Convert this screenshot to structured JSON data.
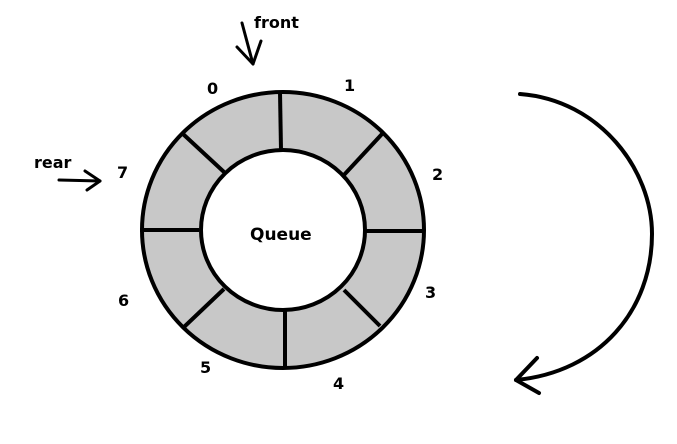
{
  "diagram": {
    "center_label": "Queue",
    "slot_count": 8,
    "slots": [
      "0",
      "1",
      "2",
      "3",
      "4",
      "5",
      "6",
      "7"
    ],
    "pointers": {
      "front": {
        "label": "front",
        "slot": "0"
      },
      "rear": {
        "label": "rear",
        "slot": "7"
      }
    },
    "colors": {
      "slot_fill": "#c8c8c8",
      "stroke": "#000000",
      "background": "#ffffff"
    },
    "direction_arrow": "clockwise"
  }
}
